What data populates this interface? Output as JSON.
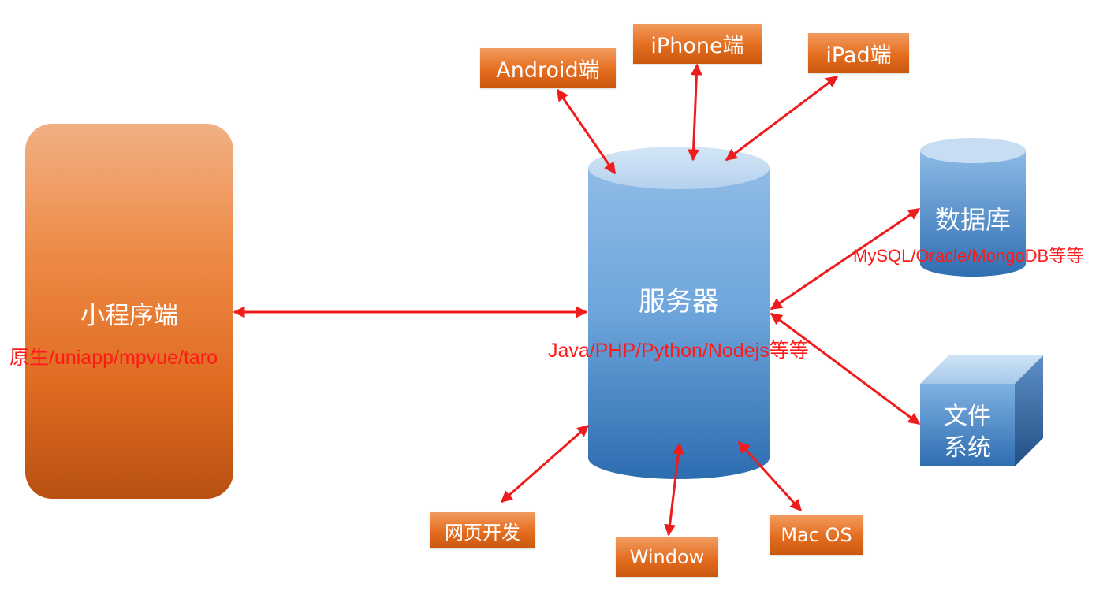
{
  "colors": {
    "arrow": "#ee1c1c",
    "annotation": "#ff1a1a",
    "orange_accent": "#e46d1f",
    "server_top": "#c5dcf0",
    "server_bottom": "#2c6db0"
  },
  "mini_program": {
    "title": "小程序端",
    "frameworks": "原生/uniapp/mpvue/taro"
  },
  "server": {
    "title": "服务器",
    "languages": "Java/PHP/Python/Nodejs等等"
  },
  "database": {
    "title": "数据库",
    "types": "MySQL/Oracle/MongoDB等等"
  },
  "filesystem": {
    "line1": "文件",
    "line2": "系统"
  },
  "clients": {
    "android": "Android端",
    "iphone": "iPhone端",
    "ipad": "iPad端",
    "web": "网页开发",
    "windows": "Window",
    "macos": "Mac OS"
  }
}
